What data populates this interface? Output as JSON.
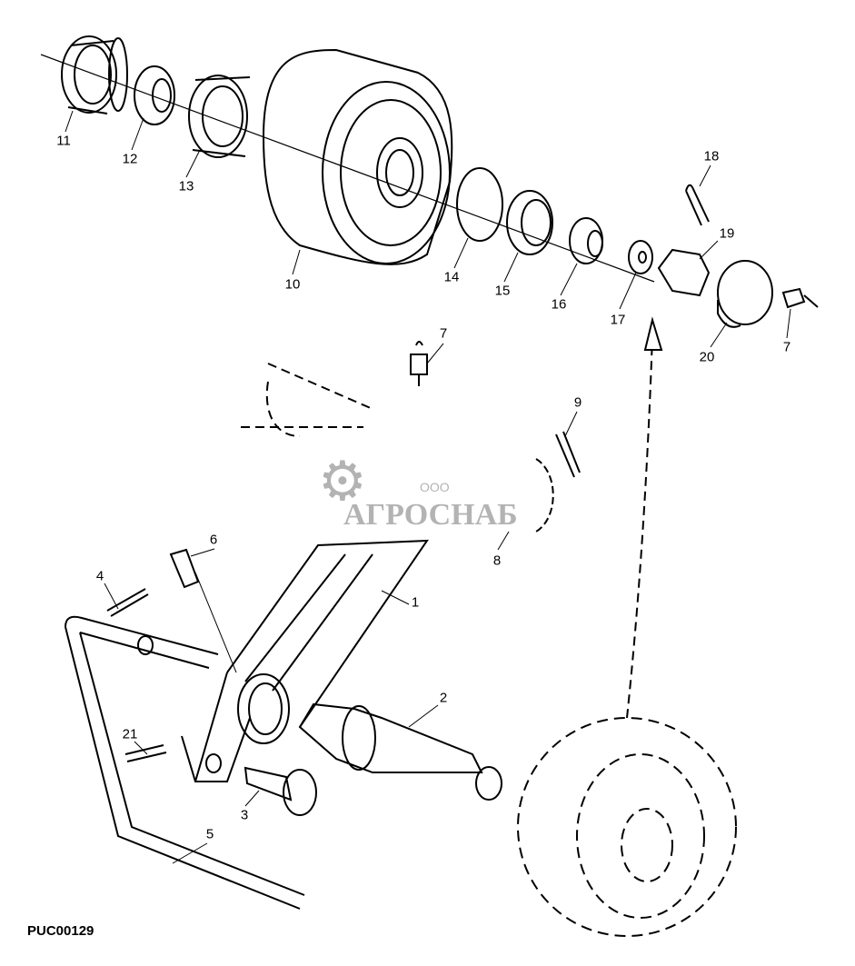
{
  "diagram_code": "PUC00129",
  "watermark": {
    "line1": "ООО",
    "line2": "АГРОСНАБ"
  },
  "callouts": [
    "11",
    "12",
    "13",
    "10",
    "14",
    "15",
    "16",
    "17",
    "18",
    "19",
    "20",
    "7",
    "7",
    "9",
    "8",
    "6",
    "4",
    "1",
    "2",
    "21",
    "3",
    "5"
  ]
}
